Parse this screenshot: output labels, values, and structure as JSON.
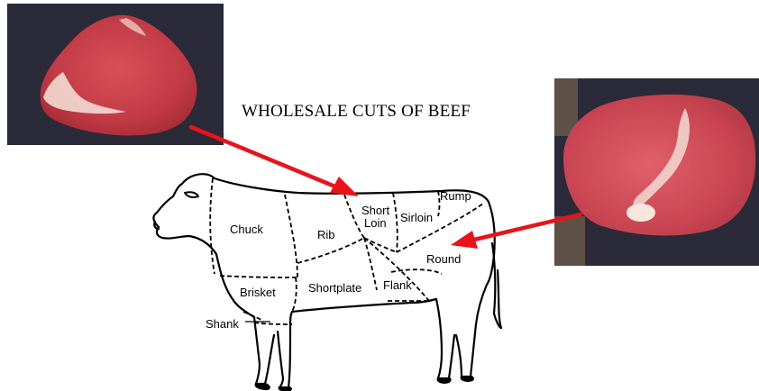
{
  "title": "WHOLESALE CUTS OF BEEF",
  "cuts": {
    "chuck": "Chuck",
    "rib": "Rib",
    "short_loin_line1": "Short",
    "short_loin_line2": "Loin",
    "sirloin": "Sirloin",
    "rump": "Rump",
    "round": "Round",
    "brisket": "Brisket",
    "shortplate": "Shortplate",
    "flank": "Flank",
    "shank": "Shank"
  },
  "photos": {
    "left": {
      "depicts": "short loin steak photo"
    },
    "right": {
      "depicts": "round steak photo"
    }
  },
  "colors": {
    "arrow": "#e8141b",
    "photo_background": "#2b2a38",
    "meat": "#c8404a",
    "fat": "#f2dcd2"
  }
}
